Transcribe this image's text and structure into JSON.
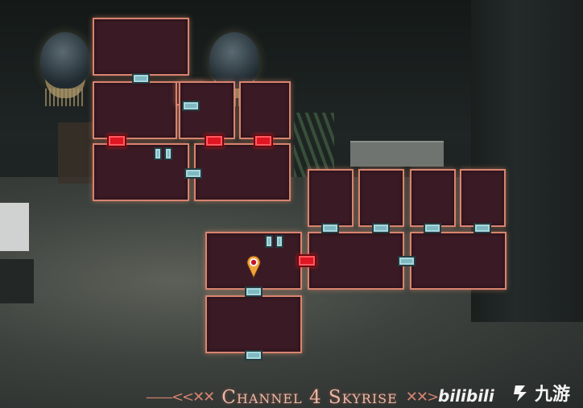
{
  "map": {
    "area_name": "Channel 4 Skyrise",
    "rooms": [
      "r1",
      "r2",
      "r3",
      "r4",
      "r5",
      "r6",
      "r7",
      "r8",
      "r9",
      "r10",
      "r11",
      "r12",
      "r13",
      "r14"
    ],
    "player_marker": "player-location-pin-icon"
  },
  "watermarks": {
    "left_logo_text": "bilibili",
    "right_logo_glyph": "九游"
  },
  "colors": {
    "room_fill": "#3a1a24",
    "room_border": "#d8846f",
    "door": "#7fb9c1",
    "locked_door": "#e01622",
    "marker": "#f2a33a",
    "title": "#e8b9a6"
  }
}
